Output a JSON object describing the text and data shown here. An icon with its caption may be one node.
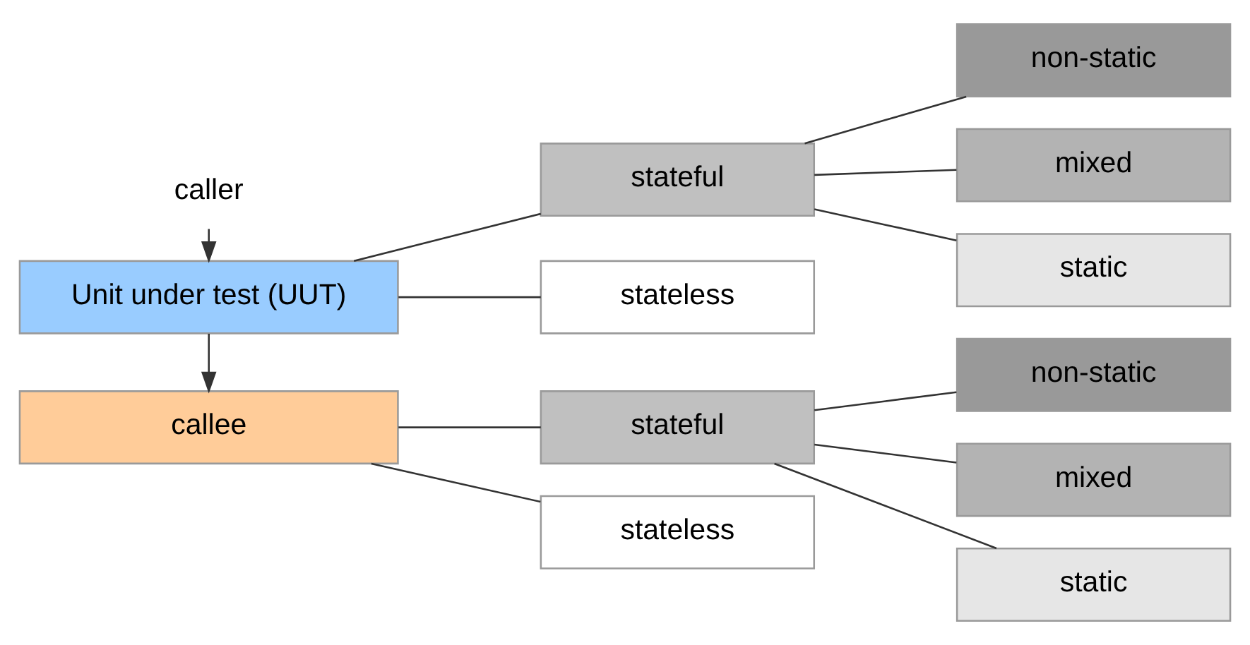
{
  "diagram": {
    "nodes": [
      {
        "text": [
          "caller"
        ]
      },
      {
        "text": [
          "Unit under test (UUT)"
        ]
      },
      {
        "text": [
          "callee"
        ]
      },
      {
        "text": [
          "stateful"
        ]
      },
      {
        "text": [
          "stateless"
        ]
      },
      {
        "text": [
          "non-static"
        ]
      },
      {
        "text": [
          "mixed"
        ]
      },
      {
        "text": [
          "static"
        ]
      },
      {
        "text": [
          "stateful"
        ]
      },
      {
        "text": [
          "stateless"
        ]
      },
      {
        "text": [
          "non-static"
        ]
      },
      {
        "text": [
          "mixed"
        ]
      },
      {
        "text": [
          "static"
        ]
      }
    ],
    "edges": [
      {
        "from": 0,
        "to": 1,
        "arrow": "to"
      },
      {
        "from": 1,
        "to": 2,
        "arrow": "to"
      },
      {
        "from": 1,
        "to": 3,
        "arrow": "none"
      },
      {
        "from": 1,
        "to": 4,
        "arrow": "none"
      },
      {
        "from": 3,
        "to": 5,
        "arrow": "none"
      },
      {
        "from": 3,
        "to": 6,
        "arrow": "none"
      },
      {
        "from": 3,
        "to": 7,
        "arrow": "none"
      },
      {
        "from": 2,
        "to": 8,
        "arrow": "none"
      },
      {
        "from": 2,
        "to": 9,
        "arrow": "none"
      },
      {
        "from": 8,
        "to": 10,
        "arrow": "none"
      },
      {
        "from": 8,
        "to": 11,
        "arrow": "none"
      },
      {
        "from": 8,
        "to": 12,
        "arrow": "none"
      }
    ]
  }
}
